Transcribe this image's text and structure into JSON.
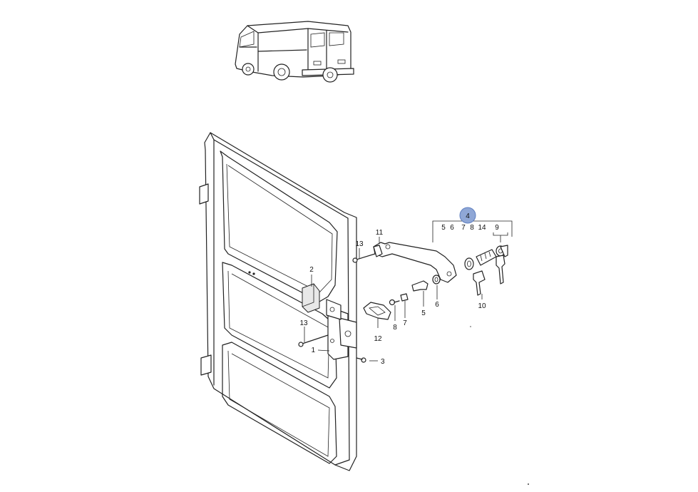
{
  "callouts": {
    "highlighted": "4",
    "group_4_members": [
      "5",
      "6",
      "7",
      "8",
      "14",
      "9"
    ],
    "labels": [
      "1",
      "2",
      "3",
      "5",
      "6",
      "7",
      "8",
      "10",
      "11",
      "12",
      "13",
      "13"
    ]
  },
  "colors": {
    "highlight_fill": "#8fa7d6",
    "line": "#222222",
    "background": "#ffffff"
  }
}
